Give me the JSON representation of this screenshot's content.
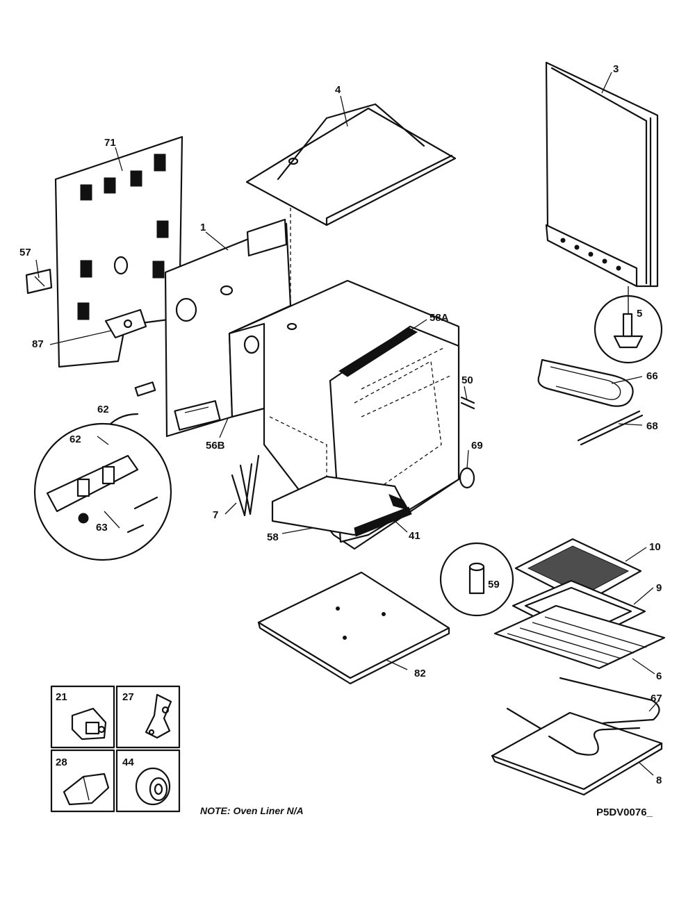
{
  "callouts": {
    "c71": "71",
    "c57": "57",
    "c87": "87",
    "c62a": "62",
    "c62b": "62",
    "c63": "63",
    "c1": "1",
    "c4": "4",
    "c3": "3",
    "c5": "5",
    "c58A": "58A",
    "c56B": "56B",
    "c50": "50",
    "c66": "66",
    "c68": "68",
    "c69": "69",
    "c7": "7",
    "c58": "58",
    "c41": "41",
    "c59": "59",
    "c10": "10",
    "c9": "9",
    "c6": "6",
    "c82": "82",
    "c67": "67",
    "c8": "8"
  },
  "inset_parts": {
    "i21": "21",
    "i27": "27",
    "i28": "28",
    "i44": "44"
  },
  "note": "NOTE:  Oven Liner N/A",
  "drawing_code": "P5DV0076_"
}
